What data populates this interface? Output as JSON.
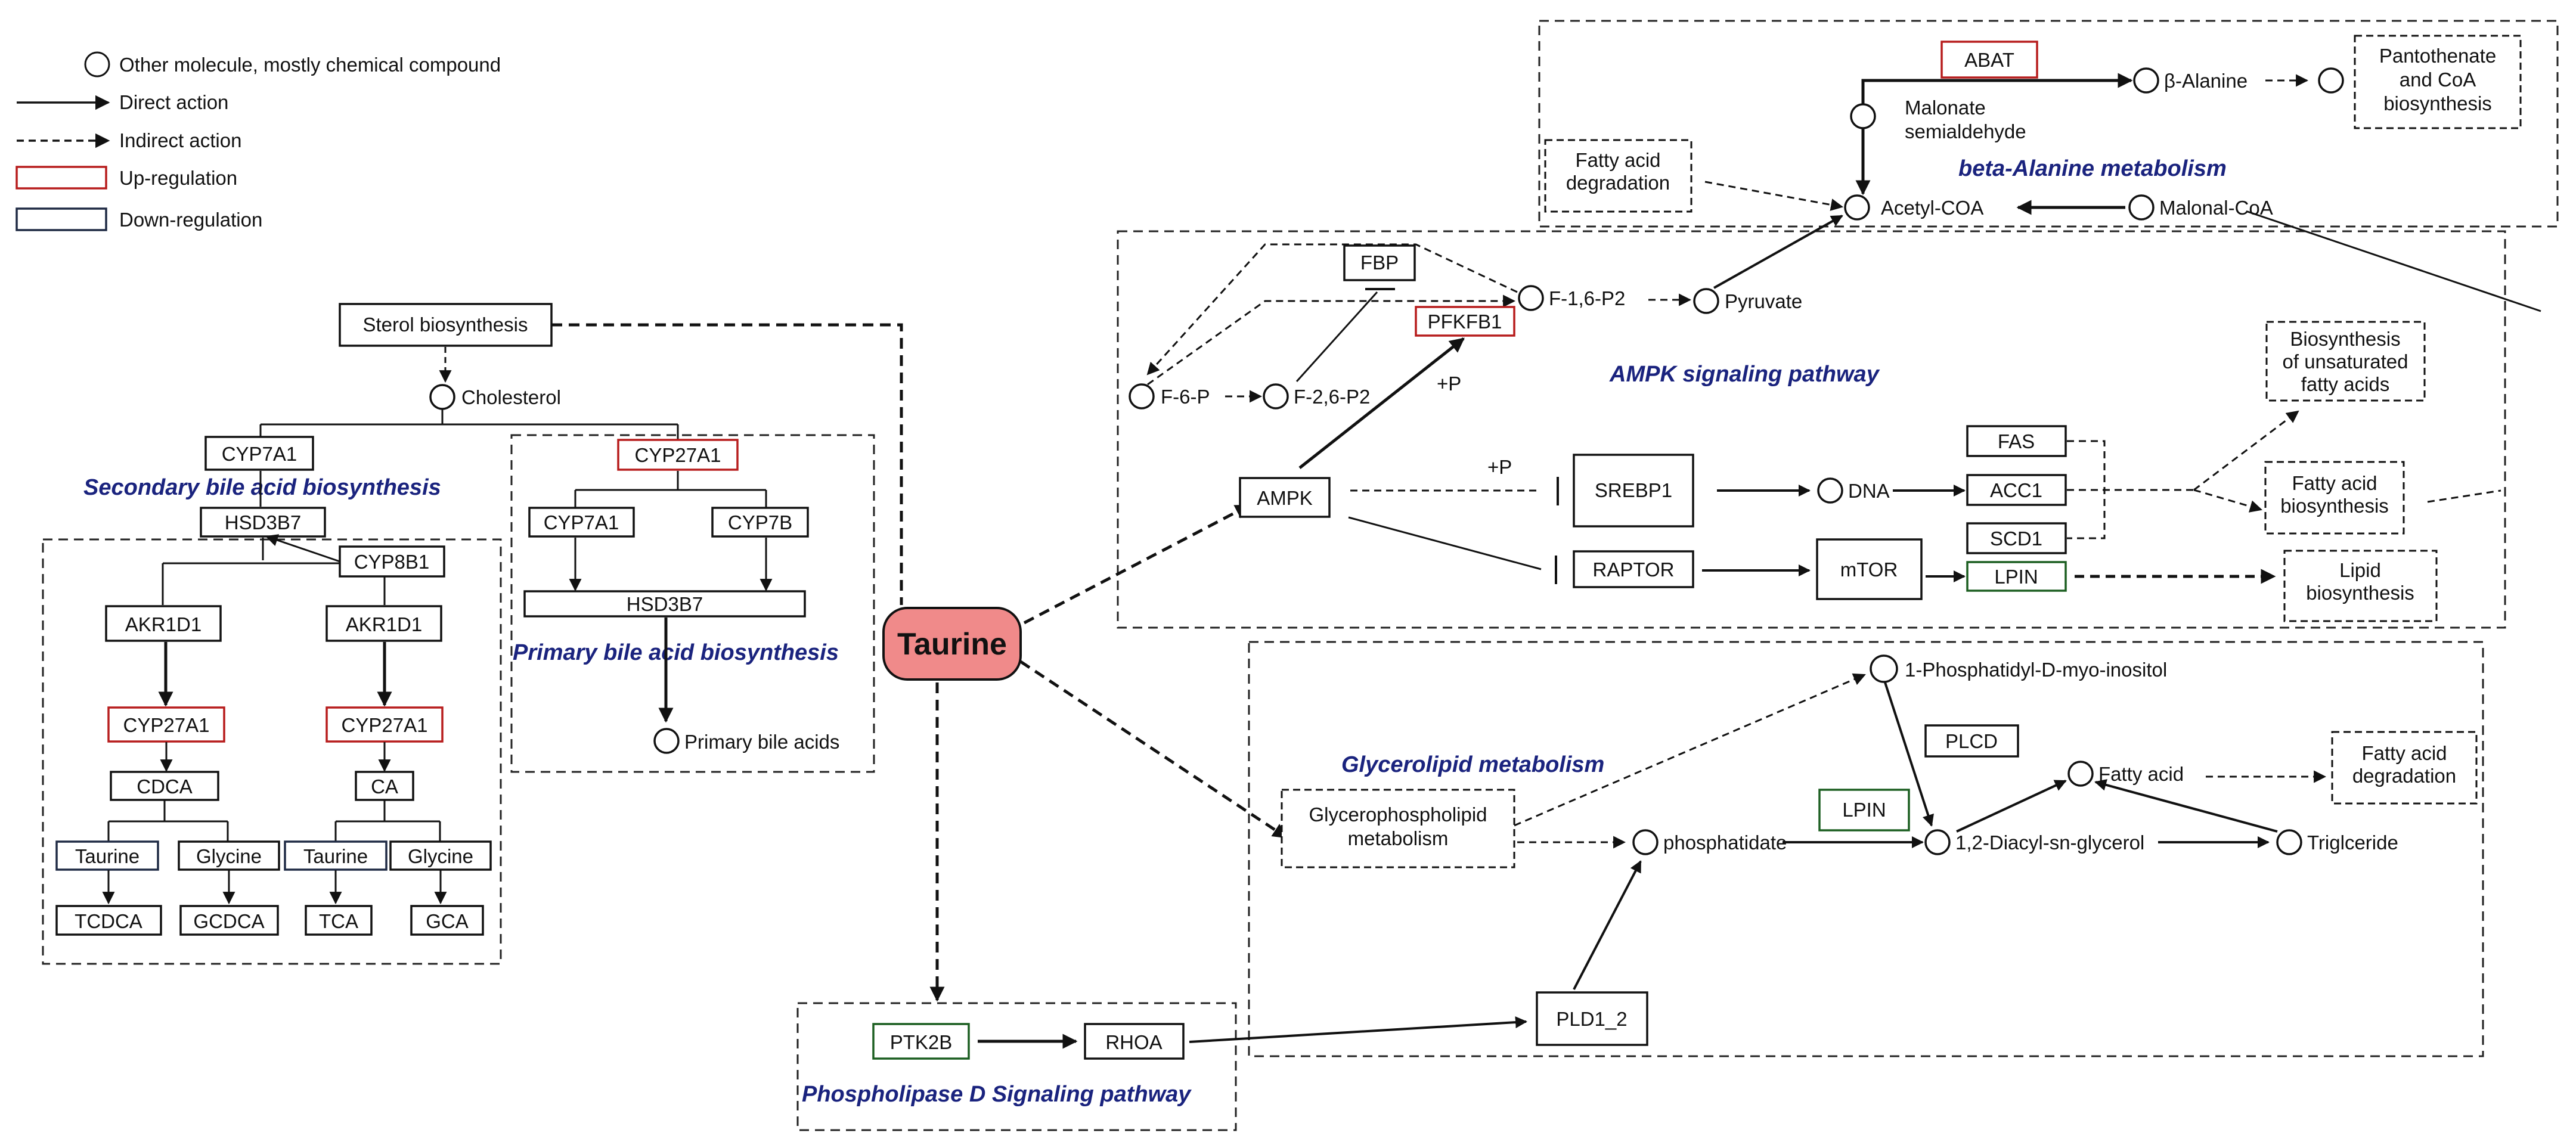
{
  "colors": {
    "up_regulation": "#b71c1c",
    "down_regulation": "#1f2a44",
    "hub_fill": "#f08a8a",
    "pathway_title": "#1a237e",
    "line": "#111111"
  },
  "legend": {
    "compound": "Other molecule, mostly chemical compound",
    "direct": "Direct action",
    "indirect": "Indirect action",
    "up": "Up-regulation",
    "down": "Down-regulation"
  },
  "hub": "Taurine",
  "titles": {
    "secondary_bile": "Secondary bile acid biosynthesis",
    "primary_bile": "Primary bile acid biosynthesis",
    "beta_alanine": "beta-Alanine metabolism",
    "ampk": "AMPK signaling pathway",
    "glycerolipid": "Glycerolipid metabolism",
    "pld": "Phospholipase D Signaling pathway"
  },
  "bile": {
    "sterol": "Sterol biosynthesis",
    "cholesterol": "Cholesterol",
    "cyp7a1": "CYP7A1",
    "hsd3b7": "HSD3B7",
    "cyp8b1": "CYP8B1",
    "akr1d1": "AKR1D1",
    "cyp27a1": "CYP27A1",
    "cdca": "CDCA",
    "ca": "CA",
    "taurine": "Taurine",
    "glycine": "Glycine",
    "tcdca": "TCDCA",
    "gcdca": "GCDCA",
    "tca": "TCA",
    "gca": "GCA",
    "cyp7b": "CYP7B",
    "primary_acids": "Primary bile acids"
  },
  "beta": {
    "abat": "ABAT",
    "beta_alanine": "β-Alanine",
    "pantothenate": [
      "Pantothenate",
      "and CoA",
      "biosynthesis"
    ],
    "malonate": [
      "Malonate",
      "semialdehyde"
    ],
    "fa_degradation": [
      "Fatty acid",
      "degradation"
    ],
    "acetyl_coa": "Acetyl-COA",
    "malonyl_coa": "Malonal-CoA"
  },
  "ampk": {
    "fbp": "FBP",
    "f16p2": "F-1,6-P2",
    "pyruvate": "Pyruvate",
    "pfkfb1": "PFKFB1",
    "f6p": "F-6-P",
    "f26p2": "F-2,6-P2",
    "plus_p": "+P",
    "ampk": "AMPK",
    "srebp1": "SREBP1",
    "dna": "DNA",
    "fas": "FAS",
    "acc1": "ACC1",
    "scd1": "SCD1",
    "raptor": "RAPTOR",
    "mtor": "mTOR",
    "lpin": "LPIN",
    "unsat": [
      "Biosynthesis",
      "of unsaturated",
      "fatty acids"
    ],
    "fa_bio": [
      "Fatty acid",
      "biosynthesis"
    ],
    "lipid": [
      "Lipid",
      "biosynthesis"
    ]
  },
  "glycero": {
    "pi": "1-Phosphatidyl-D-myo-inositol",
    "plcd": "PLCD",
    "fatty_acid": "Fatty acid",
    "fa_degradation": [
      "Fatty acid",
      "degradation"
    ],
    "gp_metabolism": [
      "Glycerophospholipid",
      "metabolism"
    ],
    "lpin": "LPIN",
    "phosphatidate": "phosphatidate",
    "dag": "1,2-Diacyl-sn-glycerol",
    "tg": "Triglceride"
  },
  "pld": {
    "ptk2b": "PTK2B",
    "rhoa": "RHOA",
    "pld1_2": "PLD1_2"
  }
}
